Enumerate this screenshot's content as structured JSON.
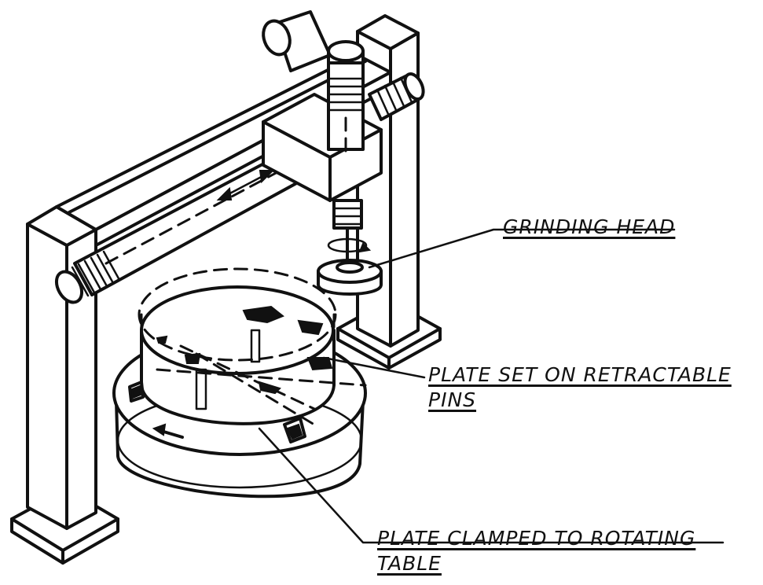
{
  "labels": {
    "grinding_head": "GRINDING HEAD",
    "plate_pins_line1": "PLATE SET ON RETRACTABLE",
    "plate_pins_line2": "PINS",
    "plate_clamped_line1": "PLATE CLAMPED TO ROTATING",
    "plate_clamped_line2": "TABLE"
  },
  "colors": {
    "ink": "#111111",
    "paper": "#ffffff"
  }
}
